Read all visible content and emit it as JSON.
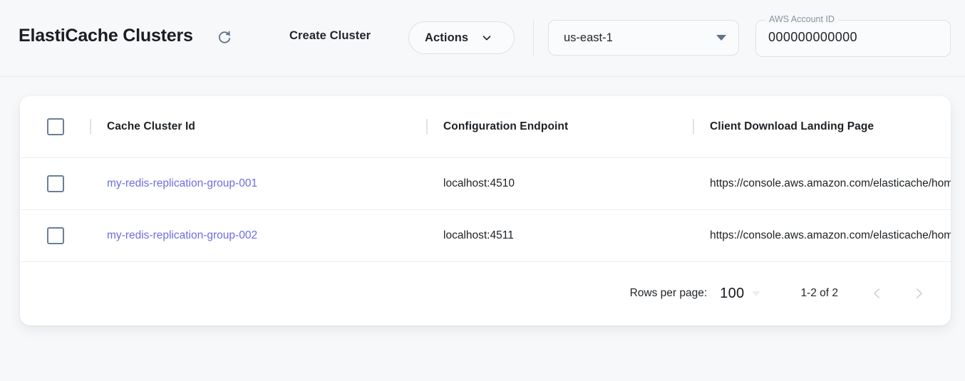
{
  "header": {
    "title": "ElastiCache Clusters",
    "refresh_icon": "refresh-icon",
    "create_cluster_label": "Create Cluster",
    "actions_label": "Actions",
    "actions_chevron_icon": "chevron-down-icon",
    "region": {
      "value": "us-east-1",
      "caret_icon": "triangle-down-icon"
    },
    "account": {
      "label": "AWS Account ID",
      "value": "000000000000"
    }
  },
  "table": {
    "columns": [
      "Cache Cluster Id",
      "Configuration Endpoint",
      "Client Download Landing Page"
    ],
    "rows": [
      {
        "cluster_id": "my-redis-replication-group-001",
        "endpoint": "localhost:4510",
        "landing_page": "https://console.aws.amazon.com/elasticache/home"
      },
      {
        "cluster_id": "my-redis-replication-group-002",
        "endpoint": "localhost:4511",
        "landing_page": "https://console.aws.amazon.com/elasticache/home"
      }
    ]
  },
  "pagination": {
    "rows_per_page_label": "Rows per page:",
    "rows_per_page_value": "100",
    "range_label": "1-2 of 2",
    "prev_icon": "chevron-left-icon",
    "next_icon": "chevron-right-icon"
  },
  "colors": {
    "page_background": "#f7f8fa",
    "card_background": "#ffffff",
    "link": "#6b6ee0",
    "text": "#1d2125",
    "icon_slate": "#5e7189",
    "border": "#dfe2e6",
    "divider": "#eceef1"
  }
}
